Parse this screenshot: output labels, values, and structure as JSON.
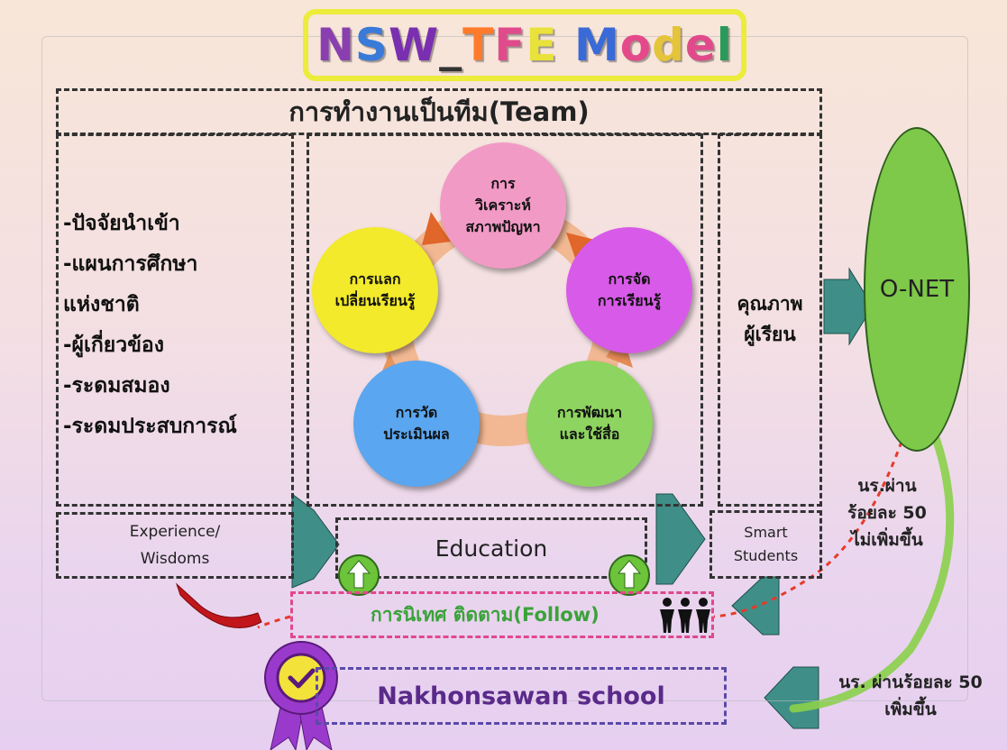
{
  "title": {
    "segments": [
      {
        "text": "N",
        "color": "#8a3fb0"
      },
      {
        "text": "S",
        "color": "#3a7ad8"
      },
      {
        "text": "W",
        "color": "#7a2fb0"
      },
      {
        "text": "_",
        "color": "#333333"
      },
      {
        "text": "T",
        "color": "#ff7a2a"
      },
      {
        "text": "F",
        "color": "#e04b8c"
      },
      {
        "text": "E",
        "color": "#e8e23a"
      },
      {
        "text": " ",
        "color": "#333333"
      },
      {
        "text": "M",
        "color": "#3a6ad8"
      },
      {
        "text": "o",
        "color": "#e44a8a"
      },
      {
        "text": "d",
        "color": "#e4c43a"
      },
      {
        "text": "e",
        "color": "#e04a8a"
      },
      {
        "text": "l",
        "color": "#2a9a5a"
      }
    ]
  },
  "team_label": "การทำงานเป็นทีม(Team)",
  "inputs": [
    "-ปัจจัยนำเข้า",
    "-แผนการศึกษา",
    "แห่งชาติ",
    "-ผู้เกี่ยวข้อง",
    "-ระดมสมอง",
    "-ระดมประสบการณ์"
  ],
  "cycle": [
    {
      "lines": [
        "การ",
        "วิเคราะห์",
        "สภาพปัญหา"
      ],
      "color": "#f29ac6"
    },
    {
      "lines": [
        "การจัด",
        "การเรียนรู้"
      ],
      "color": "#d85ae8"
    },
    {
      "lines": [
        "การพัฒนา",
        "และใช้สื่อ"
      ],
      "color": "#8ed460"
    },
    {
      "lines": [
        "การวัด",
        "ประเมินผล"
      ],
      "color": "#5aa6f0"
    },
    {
      "lines": [
        "การแลก",
        "เปลี่ยนเรียนรู้"
      ],
      "color": "#f2ea2a"
    }
  ],
  "quality": [
    "คุณภาพ",
    "ผู้เรียน"
  ],
  "onet": "O-NET",
  "experience": [
    "Experience/",
    "Wisdoms"
  ],
  "education": "Education",
  "smart": [
    "Smart",
    "Students"
  ],
  "follow": "การนิเทศ ติดตาม(Follow)",
  "school": "Nakhonsawan school",
  "fail_text": [
    "นร.ผ่าน",
    "ร้อยละ 50",
    "ไม่เพิ่มขึ้น"
  ],
  "pass_text": [
    "นร. ผ่านร้อยละ 50",
    "เพิ่มขึ้น"
  ],
  "icons": [
    "up-arrow-icon",
    "people-icon",
    "medal-icon"
  ],
  "colors": {
    "arrow_teal": "#3f8f88",
    "follow_border": "#e0488c",
    "follow_text": "#3aa23a",
    "school_text": "#5a2a8a",
    "onet_fill": "#7ec84a",
    "curve_red": "#c0161c"
  }
}
